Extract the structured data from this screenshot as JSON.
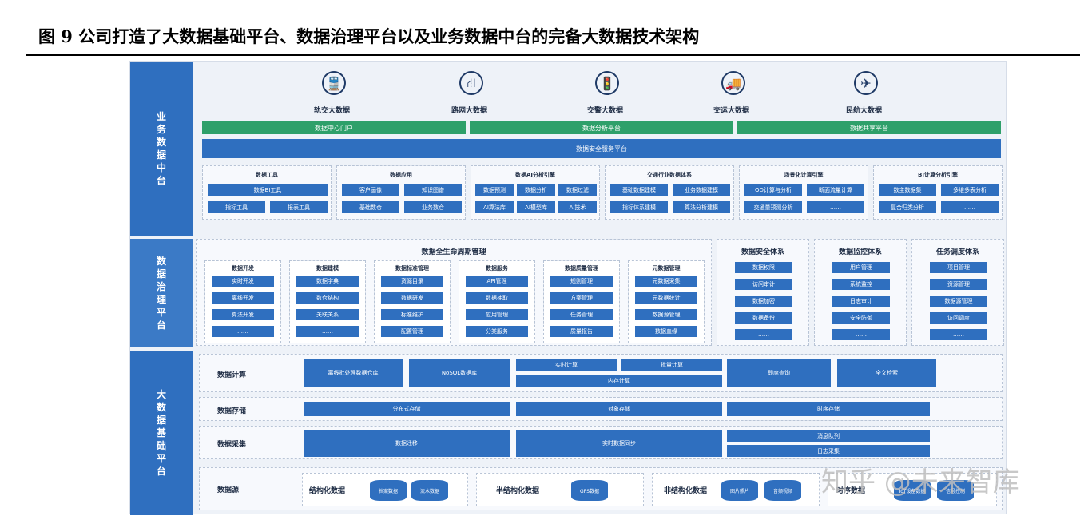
{
  "caption": "图 9 公司打造了大数据基础平台、数据治理平台以及业务数据中台的完备大数据技术架构",
  "sides": {
    "business": [
      "业",
      "务",
      "数",
      "据",
      "中",
      "台"
    ],
    "governance": [
      "数",
      "据",
      "治",
      "理",
      "平",
      "台"
    ],
    "foundation": [
      "大",
      "数",
      "据",
      "基",
      "础",
      "平",
      "台"
    ]
  },
  "business": {
    "domains": [
      {
        "label": "轨交大数据",
        "icon": "train-icon",
        "glyph": "🚆"
      },
      {
        "label": "路网大数据",
        "icon": "road-icon",
        "glyph": "⛙"
      },
      {
        "label": "交警大数据",
        "icon": "traffic-light-icon",
        "glyph": "🚦"
      },
      {
        "label": "交运大数据",
        "icon": "truck-icon",
        "glyph": "🚚"
      },
      {
        "label": "民航大数据",
        "icon": "plane-icon",
        "glyph": "✈"
      }
    ],
    "green_bars": [
      "数据中心门户",
      "数据分析平台",
      "数据共享平台"
    ],
    "security_bar": "数据安全服务平台",
    "panels": [
      {
        "title": "数据工具",
        "rows": [
          [
            "数据BI工具"
          ],
          [
            "指标工具",
            "报表工具"
          ]
        ]
      },
      {
        "title": "数据应用",
        "rows": [
          [
            "客户画像",
            "知识图谱"
          ],
          [
            "基础数仓",
            "业务数仓"
          ]
        ]
      },
      {
        "title": "数据AI分析引擎",
        "rows": [
          [
            "数据预测",
            "数据分析",
            "数据过滤"
          ],
          [
            "AI算法库",
            "AI模型库",
            "AI技术"
          ]
        ]
      },
      {
        "title": "交通行业数据体系",
        "rows": [
          [
            "基础数据建模",
            "业务数据建模"
          ],
          [
            "指标体系建模",
            "算法分析建模"
          ]
        ]
      },
      {
        "title": "场景化计算引擎",
        "rows": [
          [
            "OD计算与分析",
            "断面流量计算"
          ],
          [
            "交通量预测分析",
            "……"
          ]
        ]
      },
      {
        "title": "BI计算分析引擎",
        "rows": [
          [
            "数主数据集",
            "多维多表分析"
          ],
          [
            "复合归类分析",
            "……"
          ]
        ]
      }
    ]
  },
  "governance": {
    "lifecycle_title": "数据全生命周期管理",
    "lifecycle_cols": [
      {
        "title": "数据开发",
        "items": [
          "实时开发",
          "离线开发",
          "算法开发",
          "……"
        ]
      },
      {
        "title": "数据建模",
        "items": [
          "数据字典",
          "数仓结构",
          "关联关系",
          "……"
        ]
      },
      {
        "title": "数据标准管理",
        "items": [
          "资源目录",
          "数据研发",
          "标准维护",
          "配置管理"
        ]
      },
      {
        "title": "数据服务",
        "items": [
          "API管理",
          "数据抽取",
          "应用管理",
          "分类服务"
        ]
      },
      {
        "title": "数据质量管理",
        "items": [
          "规则管理",
          "方案管理",
          "任务管理",
          "质量报告"
        ]
      },
      {
        "title": "元数据管理",
        "items": [
          "元数据采集",
          "元数据统计",
          "数据源管理",
          "数据血缘"
        ]
      }
    ],
    "side_panels": [
      {
        "title": "数据安全体系",
        "items": [
          "数据权限",
          "访问审计",
          "数据加密",
          "数据备份",
          "……"
        ]
      },
      {
        "title": "数据监控体系",
        "items": [
          "用户管理",
          "系统监控",
          "日志审计",
          "安全防御",
          "……"
        ]
      },
      {
        "title": "任务调度体系",
        "items": [
          "项目管理",
          "资源管理",
          "数据源管理",
          "访问调度",
          "……"
        ]
      }
    ]
  },
  "foundation": {
    "compute": {
      "label": "数据计算",
      "batch": "离线批处理数据仓库",
      "nosql": "NoSQL数据库",
      "realtime": "实时计算",
      "batch_compute": "批量计算",
      "memory": "内存计算",
      "instant": "即席查询",
      "fulltext": "全文检索"
    },
    "storage": {
      "label": "数据存储",
      "distributed": "分布式存储",
      "object": "对象存储",
      "timeseries": "时序存储"
    },
    "collect": {
      "label": "数据采集",
      "migration": "数据迁移",
      "realtime_sync": "实时数据同步",
      "queue": "消息队列",
      "log": "日志采集"
    },
    "sources": {
      "label": "数据源",
      "groups": [
        {
          "title": "结构化数据",
          "items": [
            "档案数据",
            "流水数据"
          ]
        },
        {
          "title": "半结构化数据",
          "items": [
            "GPS数据"
          ]
        },
        {
          "title": "非结构化数据",
          "items": [
            "图片照片",
            "音频视频"
          ]
        },
        {
          "title": "时序数据",
          "items": [
            "IoT设备数据",
            "信号控制"
          ]
        }
      ]
    }
  },
  "watermark": "知乎 @未来智库",
  "colors": {
    "primary_blue": "#2f6fbf",
    "green": "#2ea06a",
    "background": "#eef2f8"
  }
}
